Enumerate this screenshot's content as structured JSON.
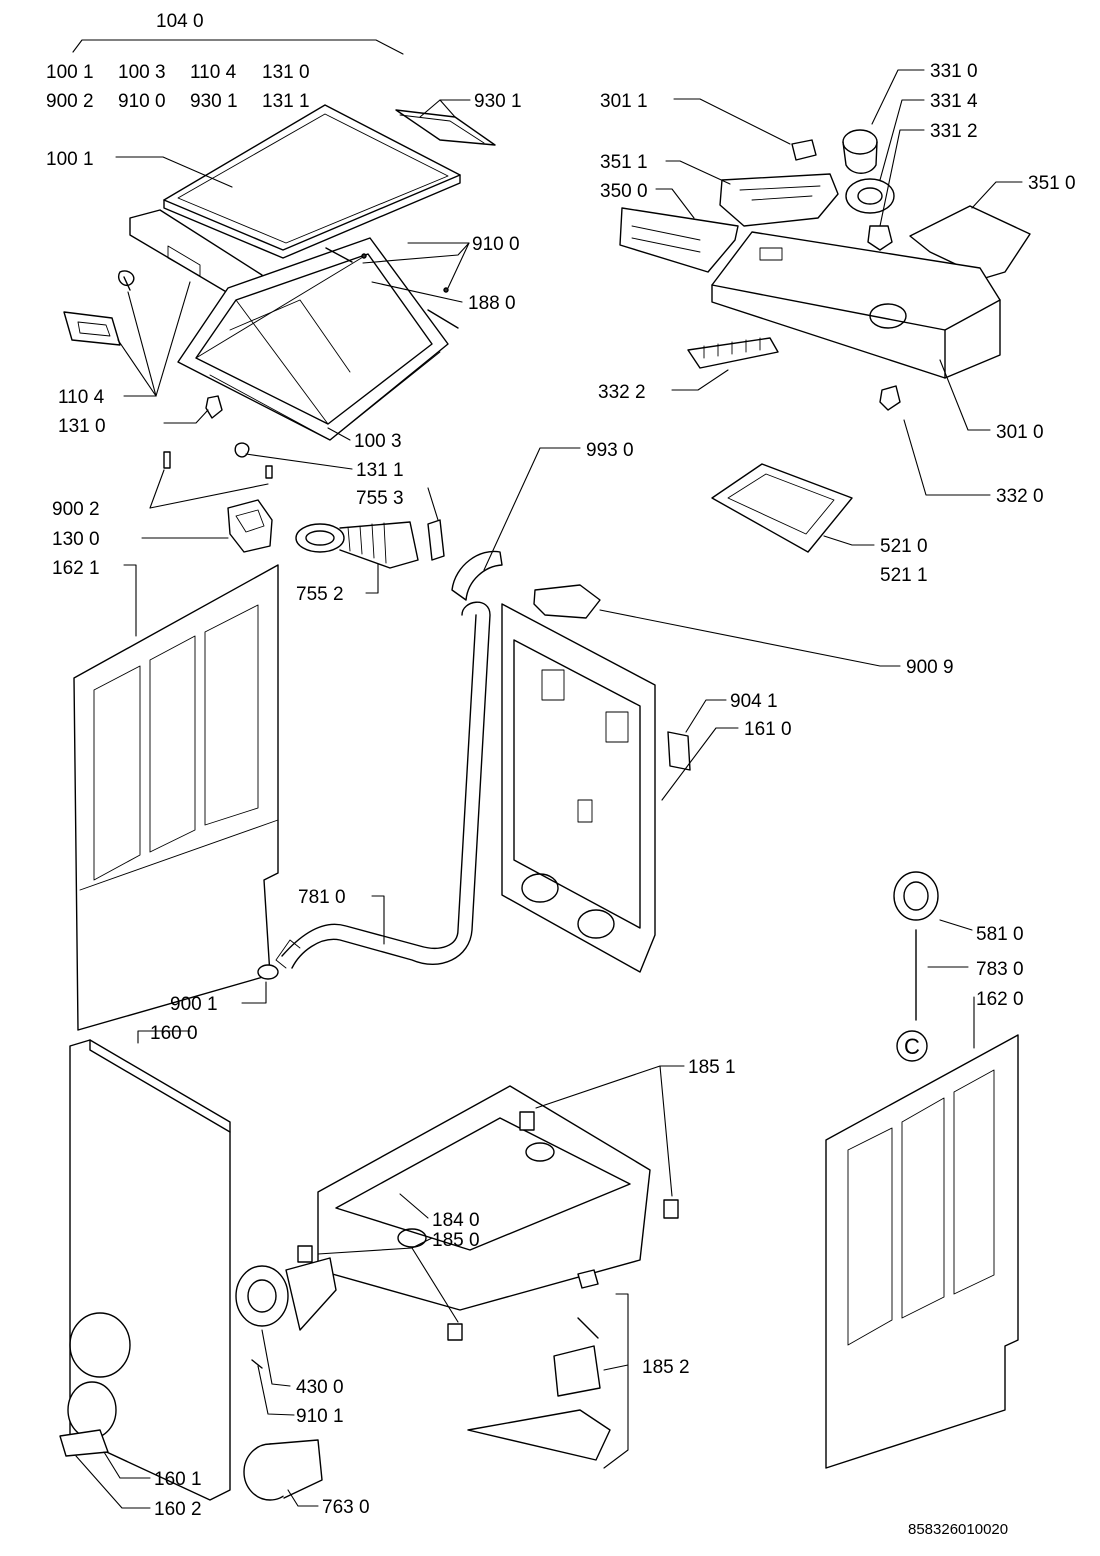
{
  "group_label": "104 0",
  "group_rows": [
    [
      "100 1",
      "100 3",
      "110 4",
      "131 0"
    ],
    [
      "900 2",
      "910 0",
      "930 1",
      "131 1"
    ]
  ],
  "callouts": {
    "p9301": "930 1",
    "p1001": "100 1",
    "p9100": "910 0",
    "p1880": "188 0",
    "p1104": "110 4",
    "p1310": "131 0",
    "p1003": "100 3",
    "p1311": "131 1",
    "p7553": "755 3",
    "p9002": "900 2",
    "p1300": "130 0",
    "p1621": "162 1",
    "p7552": "755 2",
    "p9930": "993 0",
    "p3011": "301 1",
    "p3511": "351 1",
    "p3500": "350 0",
    "p3310": "331 0",
    "p3314": "331 4",
    "p3312": "331 2",
    "p3510": "351 0",
    "p3322": "332 2",
    "p3010": "301 0",
    "p3320": "332 0",
    "p5210": "521 0",
    "p5211": "521 1",
    "p9009": "900 9",
    "p9041": "904 1",
    "p1610": "161 0",
    "p7810": "781 0",
    "p9001": "900 1",
    "p1600": "160 0",
    "p5810": "581 0",
    "p7830": "783 0",
    "p1620": "162 0",
    "p1851": "185 1",
    "p1840": "184 0",
    "p1850": "185 0",
    "p1852": "185 2",
    "p4300": "430 0",
    "p9101": "910 1",
    "p1601": "160 1",
    "p1602": "160 2",
    "p7630": "763 0"
  },
  "circle_label": "C",
  "document_number": "858326010020",
  "icons": [
    "washing-machine-exploded-parts"
  ]
}
